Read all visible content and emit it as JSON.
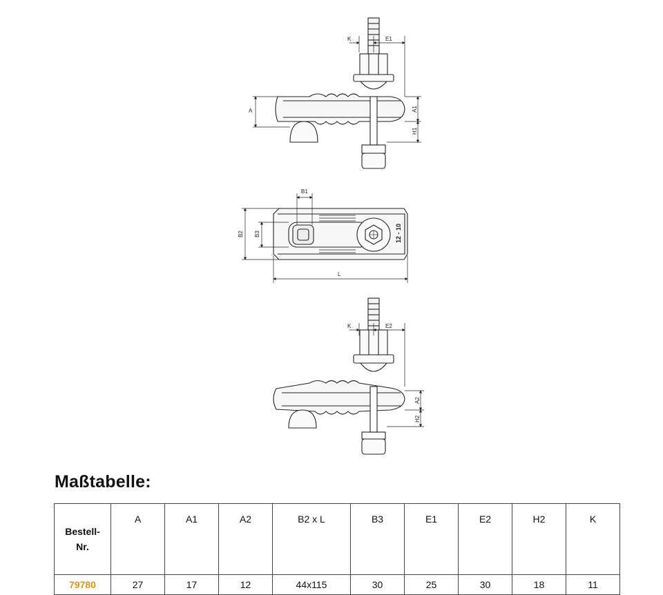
{
  "drawing": {
    "view_side_1": {
      "labels": {
        "k": "K",
        "e1": "E1",
        "a": "A",
        "a1": "A1",
        "h1": "H1"
      }
    },
    "view_top": {
      "labels": {
        "b1": "B1",
        "b2": "B2",
        "b3": "B3",
        "l": "L",
        "marking": "12 - 10"
      }
    },
    "view_side_2": {
      "labels": {
        "k": "K",
        "e2": "E2",
        "a2": "A2",
        "h2": "H2"
      }
    }
  },
  "title": "Maßtabelle:",
  "table": {
    "headers": [
      "Bestell-Nr.",
      "A",
      "A1",
      "A2",
      "B2 x L",
      "B3",
      "E1",
      "E2",
      "H2",
      "K"
    ],
    "rows": [
      [
        "79780",
        "27",
        "17",
        "12",
        "44x115",
        "30",
        "25",
        "30",
        "18",
        "11"
      ]
    ],
    "accent_color": "#e0931a"
  }
}
